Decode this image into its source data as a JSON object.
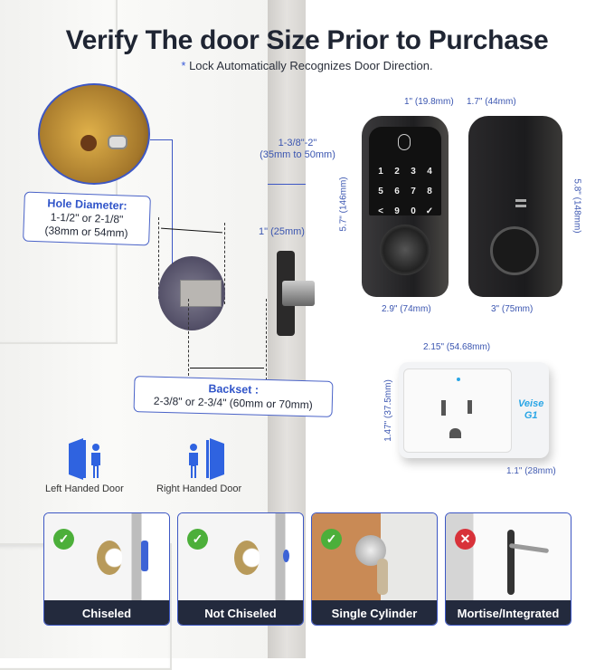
{
  "header": {
    "title": "Verify The door Size Prior to Purchase",
    "subtitle_mark": "*",
    "subtitle": "Lock Automatically Recognizes Door Direction."
  },
  "door_dimensions": {
    "hole_diameter_label": "Hole Diameter:",
    "hole_diameter_in": "1-1/2\" or 2-1/8\"",
    "hole_diameter_mm": "(38mm or 54mm)",
    "backset_label": "Backset :",
    "backset_value": "2-3/8\" or 2-3/4\" (60mm or 70mm)",
    "thickness_in": "1-3/8\"-2\"",
    "thickness_mm": "(35mm to 50mm)",
    "latch_width": "1\" (25mm)"
  },
  "lock_dimensions": {
    "front_depth": "1\" (19.8mm)",
    "back_depth": "1.7\" (44mm)",
    "front_height": "5.7\" (146mm)",
    "back_height": "5.8\" (148mm)",
    "front_width": "2.9\" (74mm)",
    "back_width": "3\" (75mm)",
    "keypad": [
      "1",
      "2",
      "3",
      "4",
      "5",
      "6",
      "7",
      "8",
      "<",
      "9",
      "0",
      "✓"
    ]
  },
  "plug": {
    "width": "2.15\" (54.68mm)",
    "height": "1.47\" (37.5mm)",
    "depth": "1.1\" (28mm)",
    "brand": "Veise",
    "model": "G1"
  },
  "door_direction": [
    {
      "label": "Left Handed Door"
    },
    {
      "label": "Right Handed Door"
    }
  ],
  "door_types": [
    {
      "label": "Chiseled",
      "supported": true,
      "icon": "check"
    },
    {
      "label": "Not Chiseled",
      "supported": true,
      "icon": "check"
    },
    {
      "label": "Single Cylinder",
      "supported": true,
      "icon": "check"
    },
    {
      "label": "Mortise/Integrated",
      "supported": false,
      "icon": "cross"
    }
  ],
  "colors": {
    "accent": "#3a55c9",
    "dark": "#232a3d",
    "ok": "#4caf3a",
    "bad": "#d8323a"
  }
}
